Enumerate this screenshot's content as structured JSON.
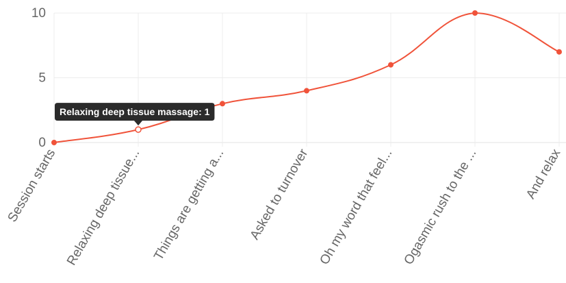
{
  "chart_data": {
    "type": "line",
    "categories": [
      "Session starts",
      "Relaxing deep tissue...",
      "Things are getting a...",
      "Asked to turnover",
      "Oh my word that feel...",
      "Ogasmic rush to the ...",
      "And relax"
    ],
    "series": [
      {
        "values": [
          0,
          1,
          3,
          4,
          6,
          10,
          7
        ],
        "color": "#f0533a"
      }
    ],
    "ylim": [
      0,
      10
    ],
    "yticks": [
      0,
      5,
      10
    ],
    "grid": true,
    "legend": "none",
    "tooltip": {
      "index": 1,
      "text": "Relaxing deep tissue massage: 1"
    }
  },
  "colors": {
    "line": "#f0533a",
    "tooltip_bg": "#2b2b2b",
    "grid": "#ececec"
  }
}
